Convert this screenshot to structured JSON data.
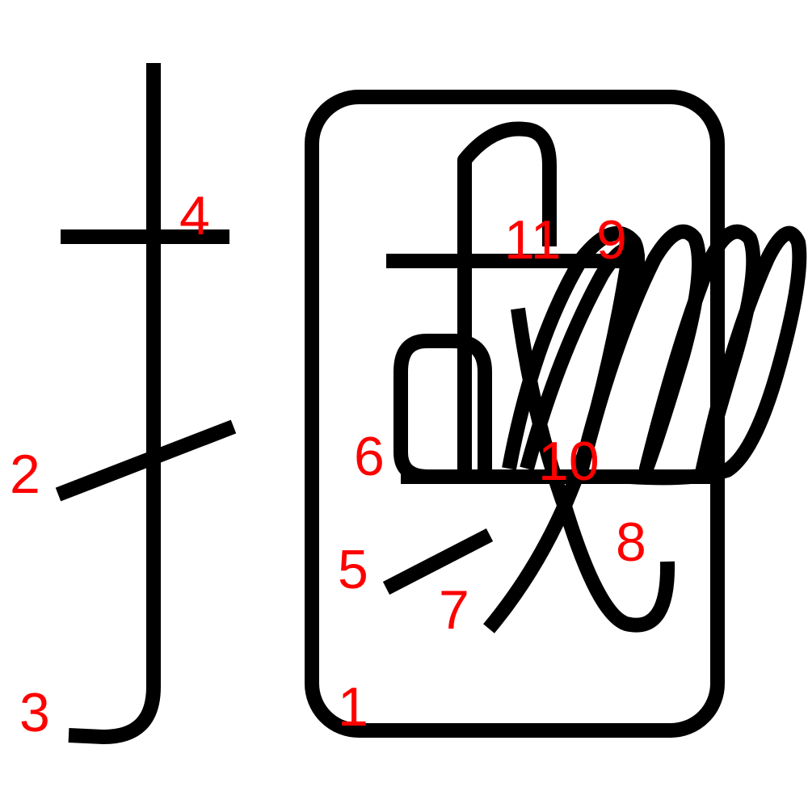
{
  "diagram": {
    "kind": "stroke-order",
    "stroke_color": "#000000",
    "label_color": "#ff0000",
    "strokes": [
      {
        "n": "1",
        "label": "1"
      },
      {
        "n": "2",
        "label": "2"
      },
      {
        "n": "3",
        "label": "3"
      },
      {
        "n": "4",
        "label": "4"
      },
      {
        "n": "5",
        "label": "5"
      },
      {
        "n": "6",
        "label": "6"
      },
      {
        "n": "7",
        "label": "7"
      },
      {
        "n": "8",
        "label": "8"
      },
      {
        "n": "9",
        "label": "9"
      },
      {
        "n": "10",
        "label": "10"
      },
      {
        "n": "11",
        "label": "11"
      }
    ]
  }
}
